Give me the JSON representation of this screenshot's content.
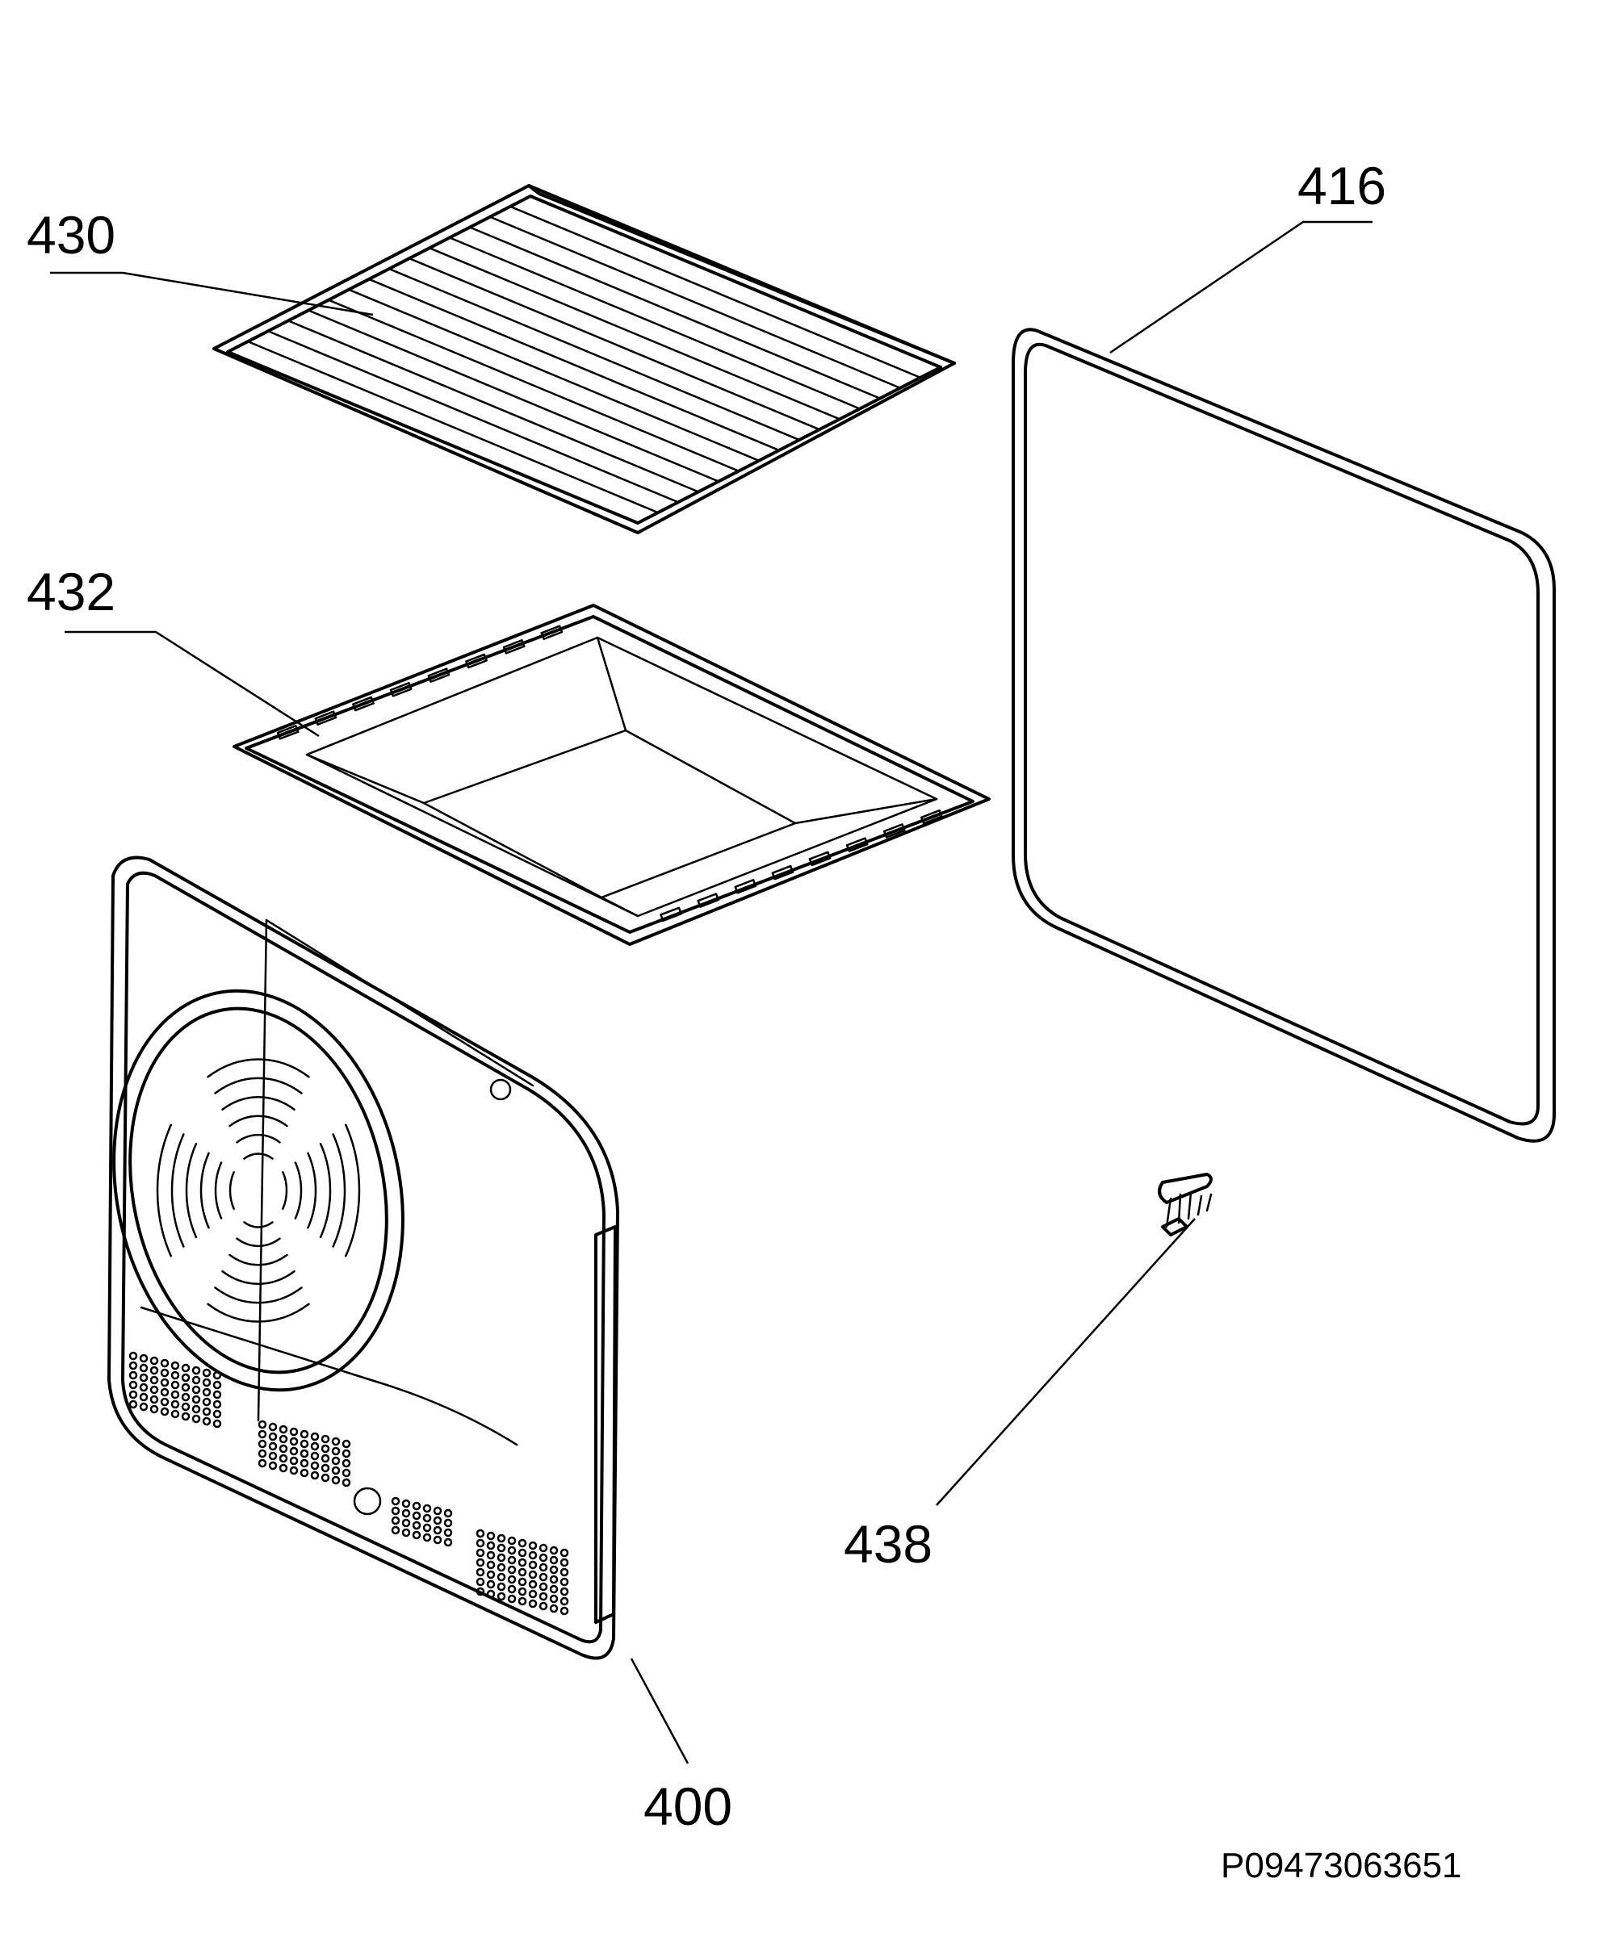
{
  "callouts": {
    "rack": "430",
    "tray": "432",
    "gasket": "416",
    "screw": "438",
    "back_panel": "400"
  },
  "drawing_code": "P09473063651"
}
